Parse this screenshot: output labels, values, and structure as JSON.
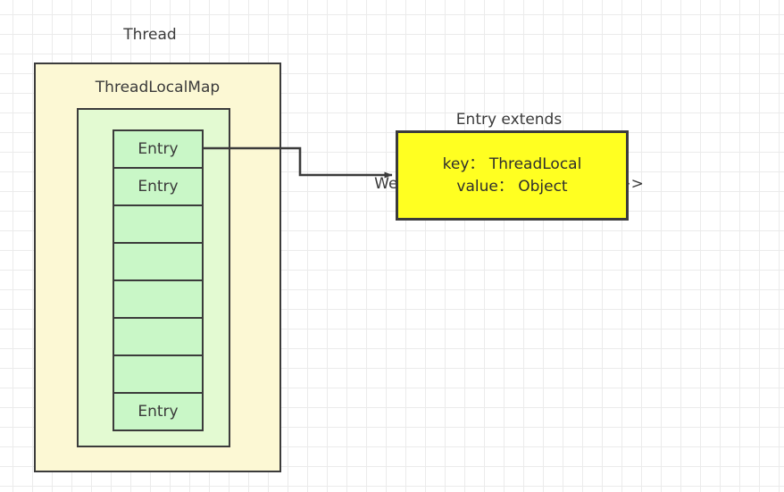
{
  "diagram": {
    "title_thread": "Thread",
    "title_threadlocalmap": "ThreadLocalMap",
    "entry_detail_title_line1": "Entry extends",
    "entry_detail_title_line2": "WeakReference<ThreadLocal<?>>",
    "entry_detail": {
      "key_line": "key： ThreadLocal",
      "value_line": "value： Object"
    },
    "entry_cells": [
      {
        "label": "Entry"
      },
      {
        "label": "Entry"
      },
      {
        "label": ""
      },
      {
        "label": ""
      },
      {
        "label": ""
      },
      {
        "label": ""
      },
      {
        "label": ""
      },
      {
        "label": "Entry"
      }
    ],
    "colors": {
      "outer_box_fill": "#fcf8d4",
      "inner_box_fill": "#e3fad2",
      "entry_cell_fill": "#c9f7c7",
      "entry_detail_fill": "#ffff21",
      "stroke": "#3b3b3b",
      "grid_line": "#ebebeb",
      "background": "#ffffff",
      "text": "#3a3a3a"
    }
  }
}
